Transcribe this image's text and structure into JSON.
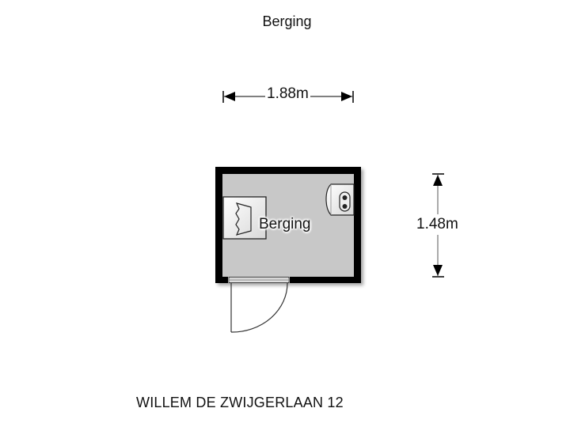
{
  "header": {
    "title": "Berging"
  },
  "dimensions": {
    "width_label": "1.88m",
    "height_label": "1.48m"
  },
  "rooms": [
    {
      "label": "Berging",
      "fill": "#c8c8c8"
    }
  ],
  "fixtures": [
    {
      "type": "boiler-unit"
    },
    {
      "type": "table-with-chair"
    }
  ],
  "footer": {
    "address": "WILLEM DE ZWIJGERLAAN 12"
  },
  "colors": {
    "wall": "#000000",
    "floor": "#c8c8c8",
    "background": "#ffffff"
  }
}
